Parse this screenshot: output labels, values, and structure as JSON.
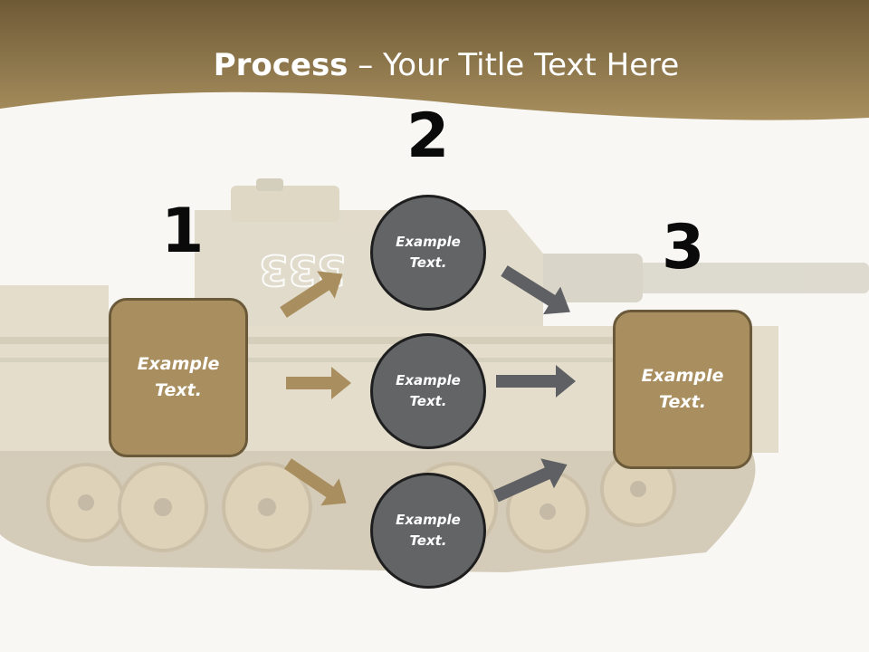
{
  "title": {
    "bold": "Process",
    "rest": " – Your Title Text Here"
  },
  "steps": {
    "one": "1",
    "two": "2",
    "three": "3"
  },
  "boxes": {
    "left": "Example Text.",
    "right": "Example Text."
  },
  "circles": {
    "top": "Example Text.",
    "middle": "Example Text.",
    "bottom": "Example Text."
  },
  "background_image": "tank-illustration",
  "colors": {
    "header": "#8a7146",
    "box": "#a98f5f",
    "circle": "#636466",
    "arrow_tan": "#a98f5f",
    "arrow_grey": "#5f6063"
  }
}
